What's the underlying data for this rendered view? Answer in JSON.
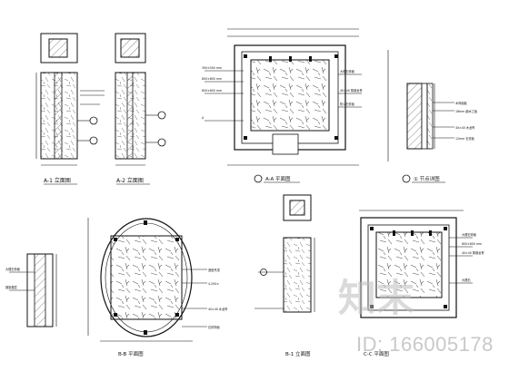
{
  "drawing": {
    "views": [
      {
        "name": "pillar-section-left",
        "label": "A-1 立面图"
      },
      {
        "name": "pillar-section-right",
        "label": "A-2 立面图"
      },
      {
        "name": "room-plan-top",
        "label": "A-A 平面图"
      },
      {
        "name": "wall-detail",
        "label": "①  节点详图"
      },
      {
        "name": "oval-ceiling-plan",
        "label": "B-B 平面图"
      },
      {
        "name": "pillar-elevation-mid",
        "label": "B-1 立面图"
      },
      {
        "name": "room-plan-bottom",
        "label": "C-C 平面图"
      }
    ],
    "callouts": {
      "room_plan_top": [
        "300×500 mm",
        "800×800 mm",
        "600×600 mm",
        "A",
        "大理石饰面",
        "40×40 角钢龙骨",
        "防火石膏板"
      ],
      "wall_detail": [
        "木饰面板",
        "18mm 细木工板",
        "40×40 木龙骨",
        "12mm 石膏板"
      ],
      "oval_plan": [
        "造型吊顶",
        "4-200×",
        "40×40 木龙骨",
        "石材饰面"
      ],
      "room_plan_bottom": [
        "大理石饰面",
        "800×800 mm",
        "40×40 角钢龙骨",
        "大理石"
      ],
      "small_elevation": [
        "大理石饰面",
        "钢架基层"
      ]
    }
  },
  "watermark": {
    "logo_text": "知末",
    "id_text": "ID: 166005178"
  }
}
